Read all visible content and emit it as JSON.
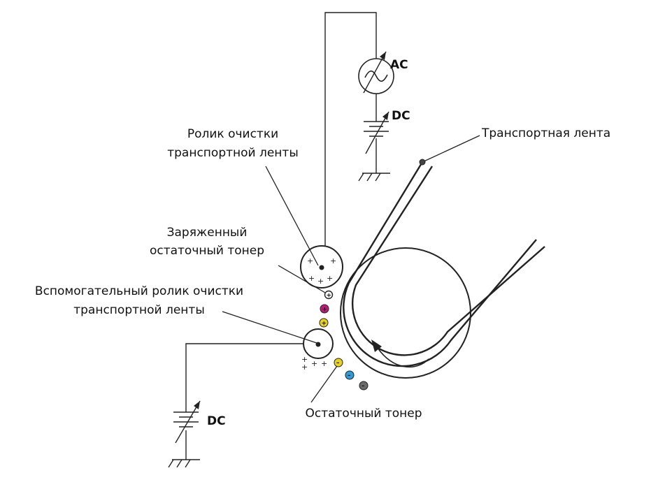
{
  "labels": {
    "ac": "AC",
    "dc_top": "DC",
    "dc_bottom": "DC",
    "transfer_belt": "Транспортная лента",
    "cleaning_roller_line1": "Ролик очистки",
    "cleaning_roller_line2": "транспортной ленты",
    "charged_toner_line1": "Заряженный",
    "charged_toner_line2": "остаточный тонер",
    "aux_roller_line1": "Вспомогательный ролик очистки",
    "aux_roller_line2": "транспортной ленты",
    "residual_toner": "Остаточный тонер"
  },
  "toner_colors": {
    "magenta": "#c2187a",
    "yellow": "#e8d21c",
    "cyan": "#2e9ad6",
    "black": "#6a6a6a"
  }
}
